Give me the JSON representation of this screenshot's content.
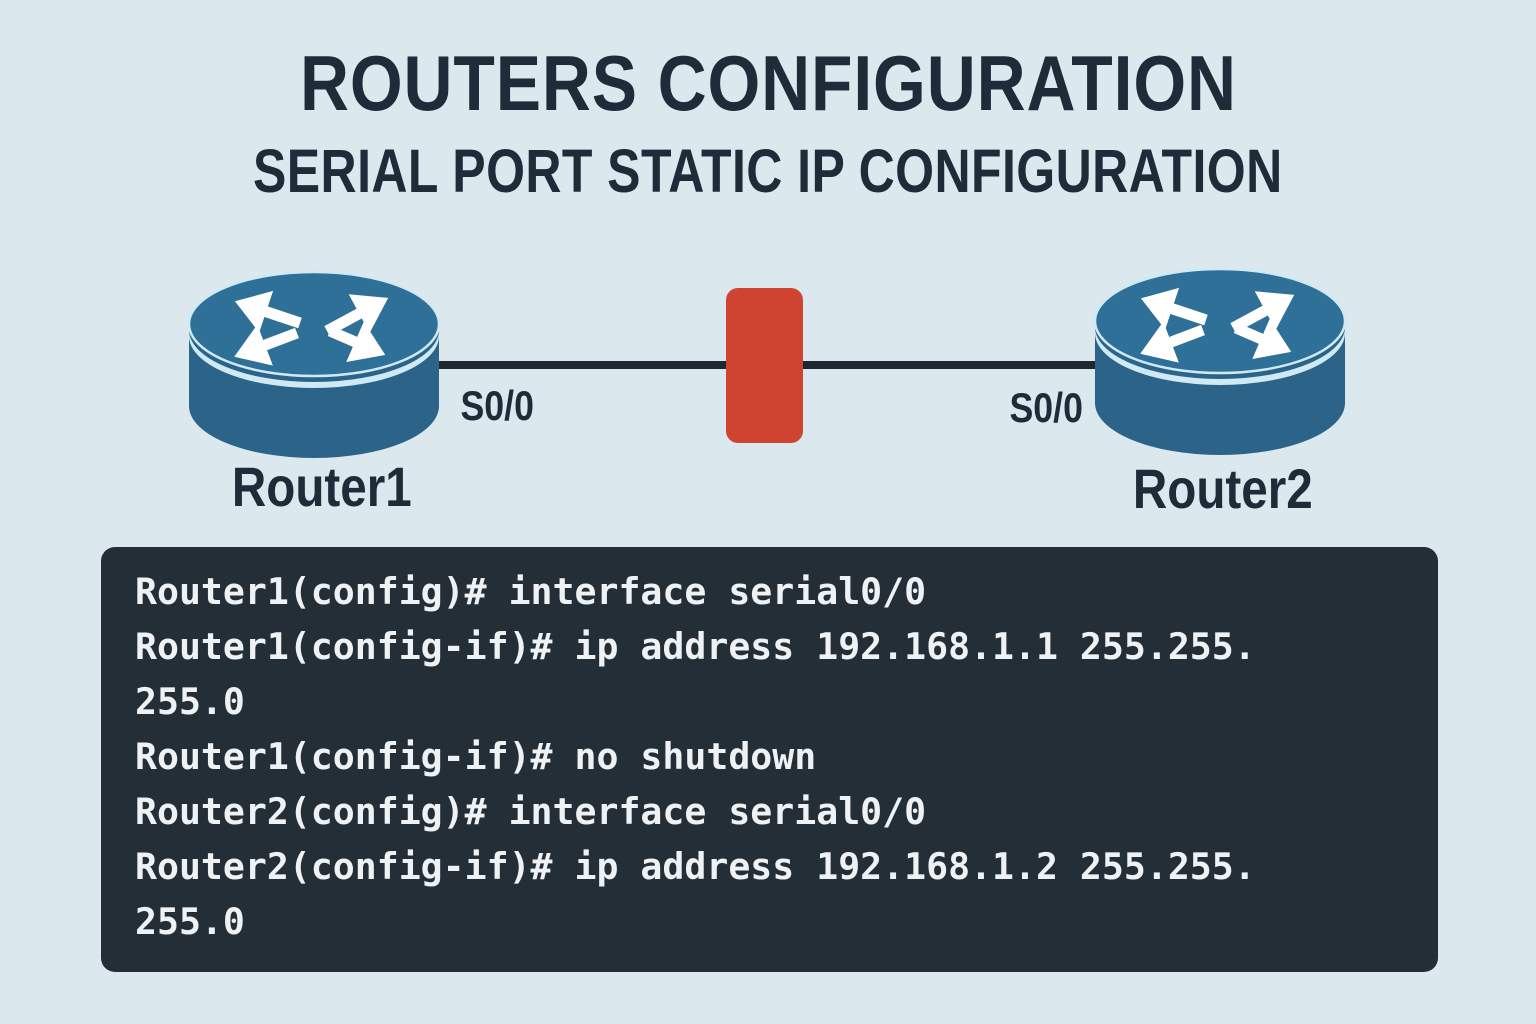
{
  "header": {
    "title": "ROUTERS CONFIGURATION",
    "subtitle": "SERIAL PORT STATIC IP CONFIGURATION"
  },
  "diagram": {
    "router1": {
      "label": "Router1",
      "interface_label": "S0/0"
    },
    "router2": {
      "label": "Router2",
      "interface_label": "S0/0"
    },
    "link": {
      "type": "serial-link"
    }
  },
  "terminal": {
    "lines": [
      "Router1(config)# interface serial0/0",
      "Router1(config-if)# ip address 192.168.1.1 255.255.",
      "255.0",
      "Router1(config-if)# no shutdown",
      "Router2(config)# interface serial0/0",
      "Router2(config-if)# ip address 192.168.1.2 255.255.",
      "255.0"
    ]
  },
  "icons": {
    "router1": "router-icon",
    "router2": "router-icon"
  },
  "colors": {
    "background": "#dbe8ee",
    "heading_text": "#1e2b38",
    "router_top": "#2f7098",
    "router_body": "#2b6488",
    "router_rim": "#cfeaf5",
    "arrow_white": "#ffffff",
    "link_line": "#1f2831",
    "serial_marker": "#cf4431",
    "terminal_background": "#242e37",
    "terminal_text": "#eef2f4"
  }
}
